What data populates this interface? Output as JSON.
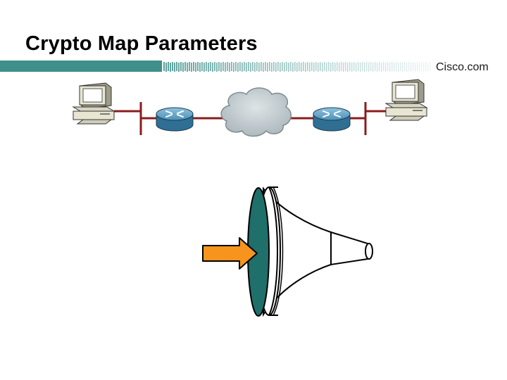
{
  "slide": {
    "title": "Crypto Map Parameters",
    "brand": "Cisco.com"
  },
  "colors": {
    "banner_teal": "#3f8f8a",
    "router_blue": "#4b8fb6",
    "cloud_gray": "#b9c4c8",
    "link_red": "#8b1c1c",
    "arrow_orange": "#f7941d",
    "funnel_disc_teal": "#1f6f6a",
    "pc_beige": "#e8e6d2"
  },
  "diagram": {
    "nodes": [
      {
        "id": "pc-left",
        "kind": "workstation-icon"
      },
      {
        "id": "router-left",
        "kind": "router-icon"
      },
      {
        "id": "cloud",
        "kind": "network-cloud-icon"
      },
      {
        "id": "router-right",
        "kind": "router-icon"
      },
      {
        "id": "pc-right",
        "kind": "workstation-icon"
      }
    ],
    "filter": {
      "kind": "funnel-icon",
      "input": "arrow-icon"
    }
  }
}
